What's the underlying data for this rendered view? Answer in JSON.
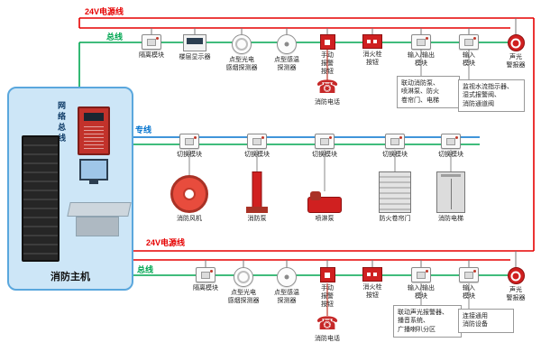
{
  "colors": {
    "power_line": "#e60000",
    "bus_line": "#00a651",
    "dedicated_line": "#0072ce",
    "device_red": "#cf2020",
    "host_fill": "#cde6f7"
  },
  "host": {
    "label": "消防主机",
    "bus_label": "网络总线"
  },
  "top": {
    "power_label": "24V电源线",
    "bus_label": "总线",
    "devices": [
      {
        "label": "隔离模块"
      },
      {
        "label": "楼层显示器"
      },
      {
        "label": "点型光电\n感烟探测器"
      },
      {
        "label": "点型感温\n探测器"
      },
      {
        "label": "手动\n报警\n按钮"
      },
      {
        "label": "消火栓\n按钮"
      },
      {
        "label": "输入/输出\n模块"
      },
      {
        "label": "输入\n模块"
      },
      {
        "label": "声光\n警报器"
      }
    ],
    "phone_label": "消防电话",
    "notes": [
      {
        "text": "联动消防泵、\n喷淋泵、防火\n卷帘门、电梯"
      },
      {
        "text": "监视水流指示器、\n湿式报警阀、\n消防通道阀"
      }
    ]
  },
  "middle": {
    "line_label": "专线",
    "module_label": "切换模块",
    "devices": [
      {
        "label": "消防风机"
      },
      {
        "label": "消防泵"
      },
      {
        "label": "喷淋泵"
      },
      {
        "label": "防火卷帘门"
      },
      {
        "label": "消防电梯"
      }
    ]
  },
  "bottom": {
    "power_label": "24V电源线",
    "bus_label": "总线",
    "devices": [
      {
        "label": "隔离模块"
      },
      {
        "label": "点型光电\n感烟探测器"
      },
      {
        "label": "点型感温\n探测器"
      },
      {
        "label": "手动\n报警\n按钮"
      },
      {
        "label": "消火栓\n按钮"
      },
      {
        "label": "输入/输出\n模块"
      },
      {
        "label": "输入\n模块"
      },
      {
        "label": "声光\n警报器"
      }
    ],
    "phone_label": "消防电话",
    "notes": [
      {
        "text": "联动声光报警器、\n播音系统、\n广播喇叭分区"
      },
      {
        "text": "连接通用\n消防设备"
      }
    ]
  }
}
